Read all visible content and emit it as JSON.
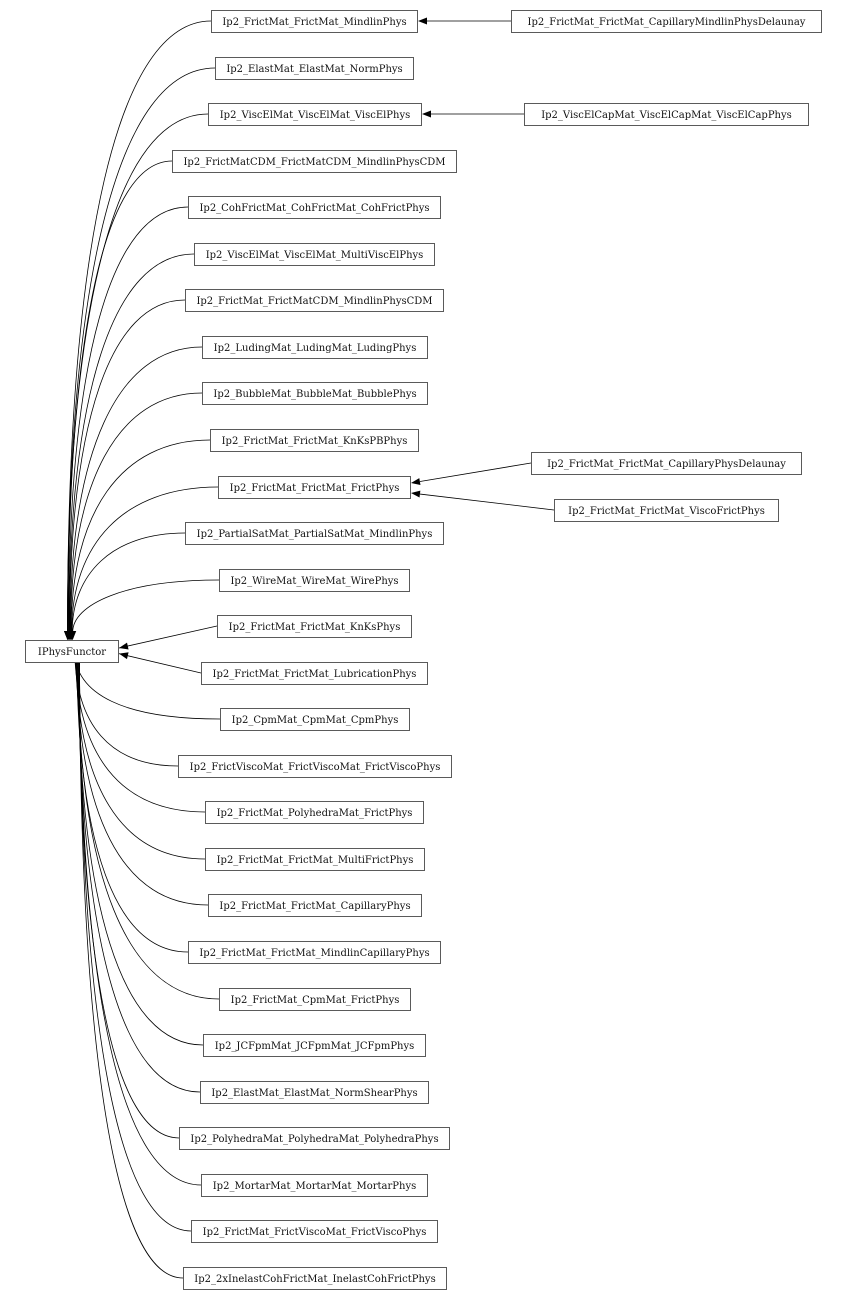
{
  "root": {
    "id": "root",
    "label": "IPhysFunctor"
  },
  "children": [
    {
      "id": "c1",
      "label": "Ip2_FrictMat_FrictMat_MindlinPhys"
    },
    {
      "id": "c2",
      "label": "Ip2_ElastMat_ElastMat_NormPhys"
    },
    {
      "id": "c3",
      "label": "Ip2_ViscElMat_ViscElMat_ViscElPhys"
    },
    {
      "id": "c4",
      "label": "Ip2_FrictMatCDM_FrictMatCDM_MindlinPhysCDM"
    },
    {
      "id": "c5",
      "label": "Ip2_CohFrictMat_CohFrictMat_CohFrictPhys"
    },
    {
      "id": "c6",
      "label": "Ip2_ViscElMat_ViscElMat_MultiViscElPhys"
    },
    {
      "id": "c7",
      "label": "Ip2_FrictMat_FrictMatCDM_MindlinPhysCDM"
    },
    {
      "id": "c8",
      "label": "Ip2_LudingMat_LudingMat_LudingPhys"
    },
    {
      "id": "c9",
      "label": "Ip2_BubbleMat_BubbleMat_BubblePhys"
    },
    {
      "id": "c10",
      "label": "Ip2_FrictMat_FrictMat_KnKsPBPhys"
    },
    {
      "id": "c11",
      "label": "Ip2_FrictMat_FrictMat_FrictPhys"
    },
    {
      "id": "c12",
      "label": "Ip2_PartialSatMat_PartialSatMat_MindlinPhys"
    },
    {
      "id": "c13",
      "label": "Ip2_WireMat_WireMat_WirePhys"
    },
    {
      "id": "c14",
      "label": "Ip2_FrictMat_FrictMat_KnKsPhys"
    },
    {
      "id": "c15",
      "label": "Ip2_FrictMat_FrictMat_LubricationPhys"
    },
    {
      "id": "c16",
      "label": "Ip2_CpmMat_CpmMat_CpmPhys"
    },
    {
      "id": "c17",
      "label": "Ip2_FrictViscoMat_FrictViscoMat_FrictViscoPhys"
    },
    {
      "id": "c18",
      "label": "Ip2_FrictMat_PolyhedraMat_FrictPhys"
    },
    {
      "id": "c19",
      "label": "Ip2_FrictMat_FrictMat_MultiFrictPhys"
    },
    {
      "id": "c20",
      "label": "Ip2_FrictMat_FrictMat_CapillaryPhys"
    },
    {
      "id": "c21",
      "label": "Ip2_FrictMat_FrictMat_MindlinCapillaryPhys"
    },
    {
      "id": "c22",
      "label": "Ip2_FrictMat_CpmMat_FrictPhys"
    },
    {
      "id": "c23",
      "label": "Ip2_JCFpmMat_JCFpmMat_JCFpmPhys"
    },
    {
      "id": "c24",
      "label": "Ip2_ElastMat_ElastMat_NormShearPhys"
    },
    {
      "id": "c25",
      "label": "Ip2_PolyhedraMat_PolyhedraMat_PolyhedraPhys"
    },
    {
      "id": "c26",
      "label": "Ip2_MortarMat_MortarMat_MortarPhys"
    },
    {
      "id": "c27",
      "label": "Ip2_FrictMat_FrictViscoMat_FrictViscoPhys"
    },
    {
      "id": "c28",
      "label": "Ip2_2xInelastCohFrictMat_InelastCohFrictPhys"
    }
  ],
  "grandchildren": [
    {
      "id": "g1",
      "parent": "c1",
      "label": "Ip2_FrictMat_FrictMat_CapillaryMindlinPhysDelaunay"
    },
    {
      "id": "g2",
      "parent": "c3",
      "label": "Ip2_ViscElCapMat_ViscElCapMat_ViscElCapPhys"
    },
    {
      "id": "g3",
      "parent": "c11",
      "label": "Ip2_FrictMat_FrictMat_CapillaryPhysDelaunay"
    },
    {
      "id": "g4",
      "parent": "c11",
      "label": "Ip2_FrictMat_FrictMat_ViscoFrictPhys"
    }
  ],
  "colors": {
    "edge": "#000000",
    "box_border": "#5a5a5a",
    "background": "#ffffff"
  }
}
